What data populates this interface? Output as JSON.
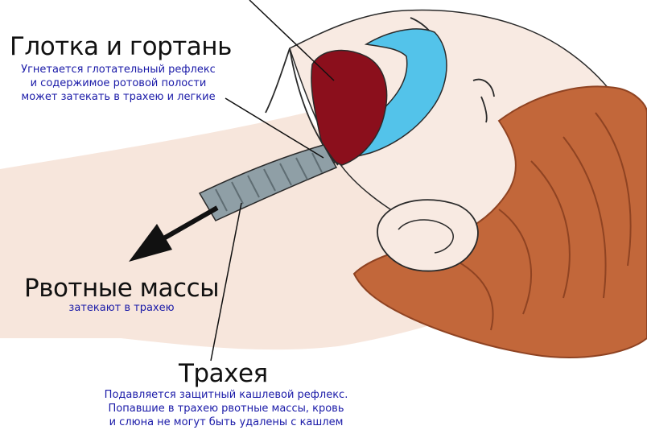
{
  "labels": {
    "throat": {
      "title": "Глотка и гортань",
      "lines": [
        "Угнетается глотательный рефлекс",
        "и содержимое ротовой полости",
        "может затекать в трахею и легкие"
      ]
    },
    "vomit": {
      "title": "Рвотные массы",
      "lines": [
        "затекают в трахею"
      ]
    },
    "trachea": {
      "title": "Трахея",
      "lines": [
        "Подавляется защитный кашлевой рефлекс.",
        "Попавшие в трахею рвотные массы, кровь",
        "и слюна не могут быть удалены с кашлем"
      ]
    }
  },
  "colors": {
    "skin": "#f7e6dc",
    "hair": "#c2673a",
    "hair_dark": "#8f4322",
    "tongue": "#8b0f1c",
    "airway": "#53c3ea",
    "trachea": "#8f9fa6",
    "outline": "#2a2a2a",
    "title_text": "#111111",
    "desc_text": "#1a1aa8",
    "arrow": "#111111"
  }
}
